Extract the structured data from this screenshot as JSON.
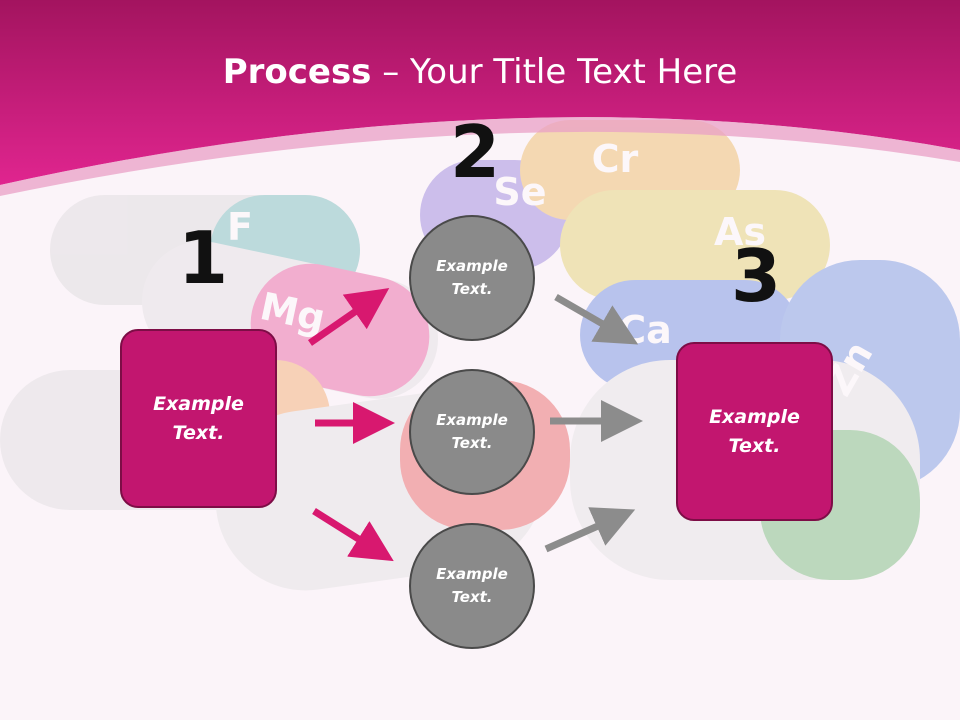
{
  "slide": {
    "title_bold": "Process",
    "title_rest": " – Your Title Text Here",
    "step_numbers": [
      "1",
      "2",
      "3"
    ],
    "left_box": "Example\nText.",
    "right_box": "Example\nText.",
    "circles": [
      "Example\nText.",
      "Example\nText.",
      "Example\nText."
    ],
    "pill_labels": [
      "F",
      "Mg",
      "Se",
      "Cr",
      "As",
      "Ca",
      "Zn"
    ]
  },
  "colors": {
    "header_magenta": "#c2166f",
    "box_fill": "#c2166f",
    "circle_fill": "#8a8a8a",
    "arrow_pink": "#d8186f",
    "arrow_gray": "#8c8c8c"
  }
}
